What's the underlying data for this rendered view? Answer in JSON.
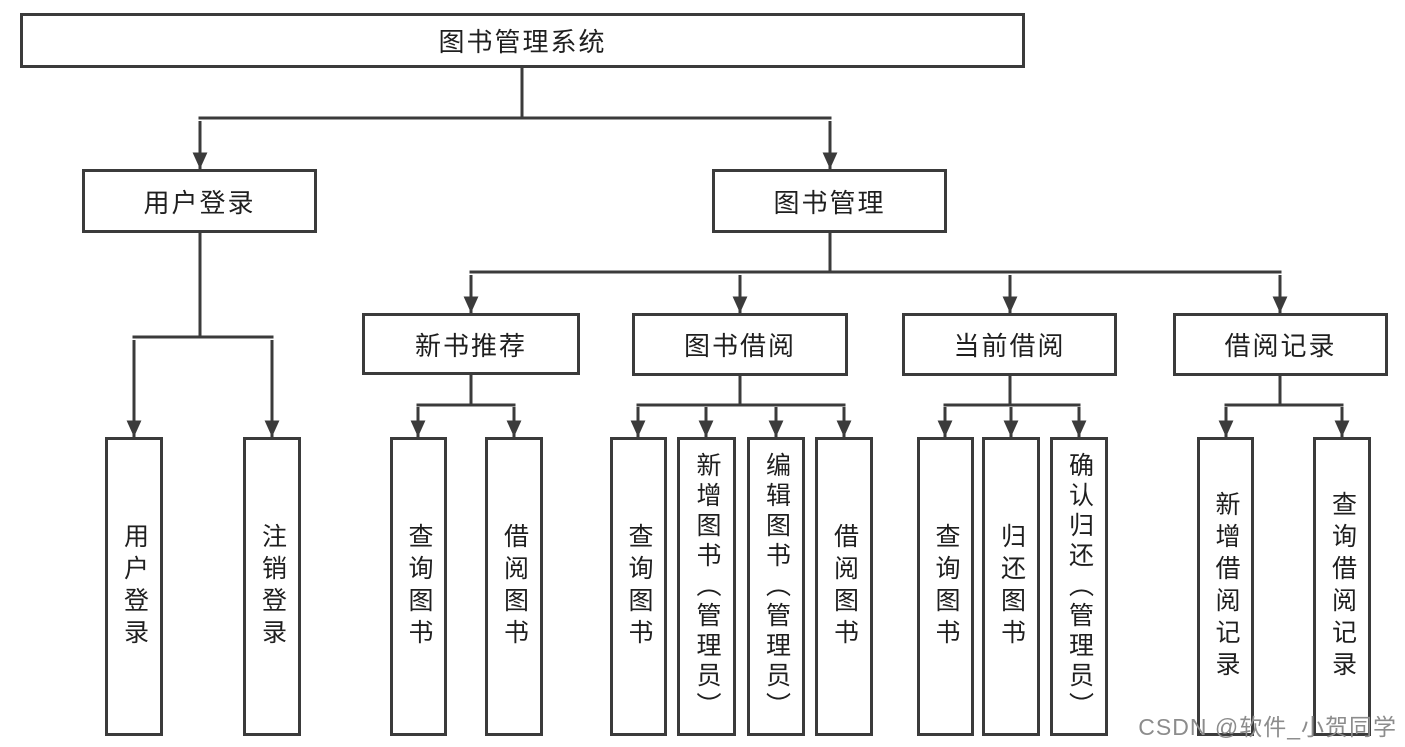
{
  "diagram": {
    "root": {
      "label": "图书管理系统",
      "children": [
        {
          "label": "用户登录",
          "children": [
            {
              "label": "用户登录"
            },
            {
              "label": "注销登录"
            }
          ]
        },
        {
          "label": "图书管理",
          "children": [
            {
              "label": "新书推荐",
              "children": [
                {
                  "label": "查询图书"
                },
                {
                  "label": "借阅图书"
                }
              ]
            },
            {
              "label": "图书借阅",
              "children": [
                {
                  "label": "查询图书"
                },
                {
                  "label": "新增图书（管理员）"
                },
                {
                  "label": "编辑图书（管理员）"
                },
                {
                  "label": "借阅图书"
                }
              ]
            },
            {
              "label": "当前借阅",
              "children": [
                {
                  "label": "查询图书"
                },
                {
                  "label": "归还图书"
                },
                {
                  "label": "确认归还（管理员）"
                }
              ]
            },
            {
              "label": "借阅记录",
              "children": [
                {
                  "label": "新增借阅记录"
                },
                {
                  "label": "查询借阅记录"
                }
              ]
            }
          ]
        }
      ]
    }
  },
  "watermark": "CSDN @软件_小贺同学",
  "colors": {
    "line": "#3b3b3b",
    "text": "#1f1f1f",
    "background": "#ffffff",
    "watermark": "#8c8c8c"
  }
}
